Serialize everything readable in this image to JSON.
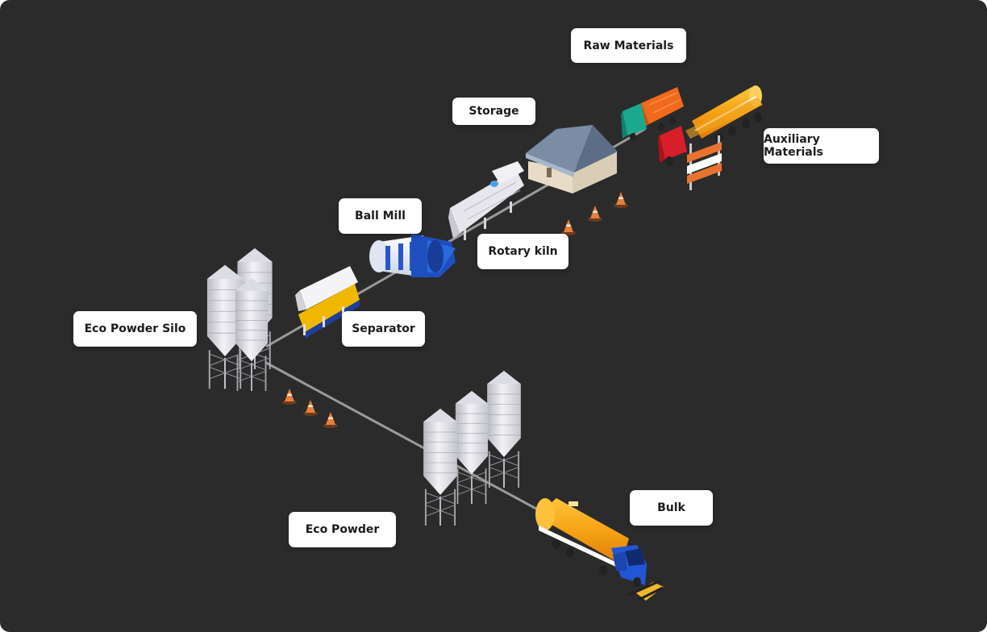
{
  "diagram": {
    "background_color": "#2b2b2b",
    "label_color": "#ffffff",
    "pipeline_color": "#9a9a9a",
    "labels": {
      "raw_materials": "Raw Materials",
      "storage": "Storage",
      "auxiliary_materials": "Auxiliary Materials",
      "ball_mill": "Ball Mill",
      "rotary_kiln": "Rotary kiln",
      "eco_powder_silo": "Eco Powder Silo",
      "separator": "Separator",
      "bulk": "Bulk",
      "eco_powder": "Eco Powder"
    }
  }
}
